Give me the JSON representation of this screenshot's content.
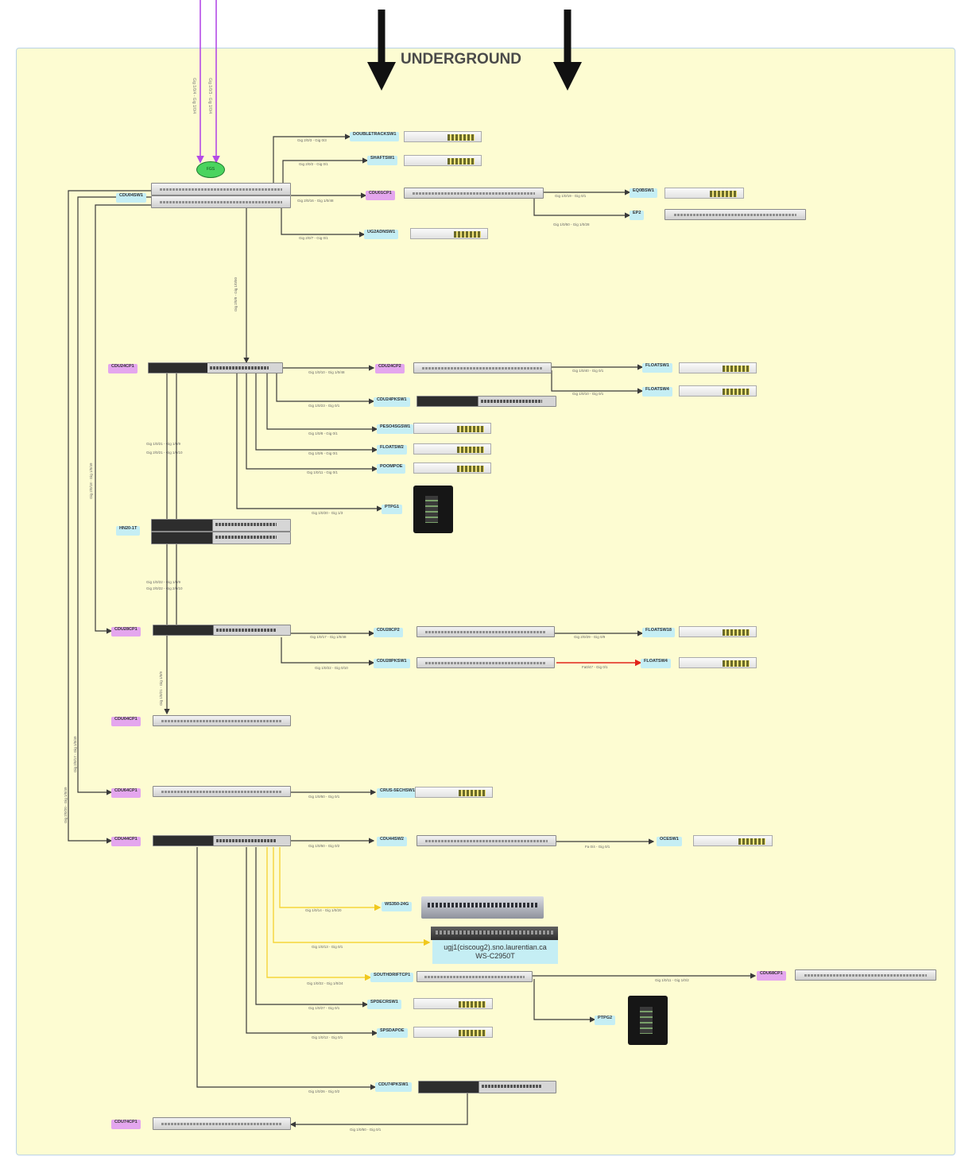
{
  "diagram": {
    "title": "UNDERGROUND",
    "firewall_label": "FGS",
    "external_links": [
      "Gig 1/0/4 - Gig 1/0/4",
      "Gig 1/0/3 - Gig 1/0/4"
    ],
    "nodes": {
      "root": "CDU04SW1",
      "r1": "DOUBLETRACKSW1",
      "r2": "SHAFTSW1",
      "r3": "CDU01CP1",
      "r4": "UG2ADNSW1",
      "r3a": "EQ0BSW1",
      "r3b": "EP2",
      "b1": "CDU24CP1",
      "b1a": "CDU24CP2",
      "b1a1": "FLOATSW1",
      "b1a2": "FLOATSW4",
      "b1b": "CDU24PKSW1",
      "b1c": "PESO4SGSW1",
      "b1d": "FLOATSW2",
      "b1e": "POOMPOE",
      "b1f": "PTPG1",
      "mid": "HN20-1T",
      "b2": "CDU28CP1",
      "b2a": "CDU28CP2",
      "b2a1": "FLOATSW18",
      "b2b": "CDU28PKSW1",
      "b2b1": "FLOATSW4",
      "b3": "CDU04CP1",
      "b4": "CDU64CP1",
      "b4a": "CRUS-5ECHSW1",
      "b5": "CDU44CP1",
      "b5a": "CDU44SW2",
      "b5a1": "OCESW1",
      "b5b": "WS350-24G",
      "b5c1": "ugj1(ciscoug2).sno.laurentian.ca",
      "b5c2": "WS-C2950T",
      "b5d": "SOUTHDRIFTCP1",
      "b5d1": "CDU68CP1",
      "b5d2": "PTPG2",
      "b5e": "SPDECRSW1",
      "b5f": "SPSDAPOE",
      "b5g": "CDU74PKSW1",
      "b6": "CDU74CP1"
    },
    "links": {
      "l_r1": "Gig 2/0/3 - Gig 0/3",
      "l_r2": "Gig 2/0/2 - Gig 0/1",
      "l_r3": "Gig 2/0/16 - Gig 1/0/48",
      "l_r4": "Gig 2/0/7 - Gig 0/1",
      "l_r3a": "Gig 1/0/19 - Gig 0/1",
      "l_r3b": "Gig 1/0/50 - Gig 1/0/28",
      "l_root_b1": "Gig 2/0/8 - Gig 1/0/50",
      "l_b1a": "Gig 1/0/10 - Gig 1/0/48",
      "l_b1a1": "Gig 1/0/40 - Gig 0/1",
      "l_b1a2": "Gig 1/0/10 - Gig 0/1",
      "l_b1b": "Gig 1/0/23 - Gig 0/1",
      "l_b1c": "Gig 1/0/8 - Gig 0/1",
      "l_b1d": "Gig 1/0/6 - Gig 0/1",
      "l_b1e": "Gig 1/0/11 - Gig 0/1",
      "l_b1f": "Gig 1/0/20 - Gig 1/3",
      "l_mid_a": "Gig 1/0/21 - Gig 1/0/9",
      "l_mid_b": "Gig 2/0/21 - Gig 1/0/10",
      "l_mid_c": "Gig 1/0/22 - Gig 1/0/9",
      "l_mid_d": "Gig 2/0/22 - Gig 2/0/10",
      "l_b2a": "Gig 1/0/17 - Gig 1/0/48",
      "l_b2a1": "Gig 2/0/29 - Gig 0/9",
      "l_b2b": "Gig 1/0/22 - Gig 0/10",
      "l_b2b1": "Fa0/47 - Gig 0/1",
      "l_b4": "Gig 1/0/20 - Gig 1/0/48",
      "l_b4a": "Gig 1/0/50 - Gig 0/1",
      "l_b5a": "Gig 1/0/50 - Gig 0/2",
      "l_b5a1": "Fa 0/4 - Gig 0/1",
      "l_b5b": "Gig 1/0/14 - Gig 1/0/20",
      "l_b5c": "Gig 1/0/13 - Gig 0/1",
      "l_b5d": "Gig 1/0/22 - Gig 1/0/24",
      "l_b5d1": "Gig 1/0/11 - Gig 1/0/2",
      "l_b5e": "Gig 1/0/27 - Gig 0/1",
      "l_b5f": "Gig 1/0/12 - Gig 0/1",
      "l_b5g": "Gig 1/0/26 - Gig 0/2",
      "l_b6": "Gig 1/0/50 - Gig 0/1",
      "l_left1": "Gig 2/0/18 - Gig 1/0/49",
      "l_left2": "Gig 2/0/17 - Gig 1/0/49",
      "l_left3": "Gig 2/0/20 - Gig 1/0/49",
      "l_left4": "Gig 1/0/18 - Gig 1/0/49",
      "l_b3": "Gig 1/0/21 - Gig 1/0/9"
    },
    "colors": {
      "panel": "#fdfcd2",
      "panel_border": "#b9d2e6",
      "core_label": "#e4a6ee",
      "edge_label": "#c5eef4",
      "uplink": "#b44be6",
      "poe_link": "#f5d53a",
      "fault_link": "#e2231a",
      "wire": "#3a3a3a"
    }
  }
}
